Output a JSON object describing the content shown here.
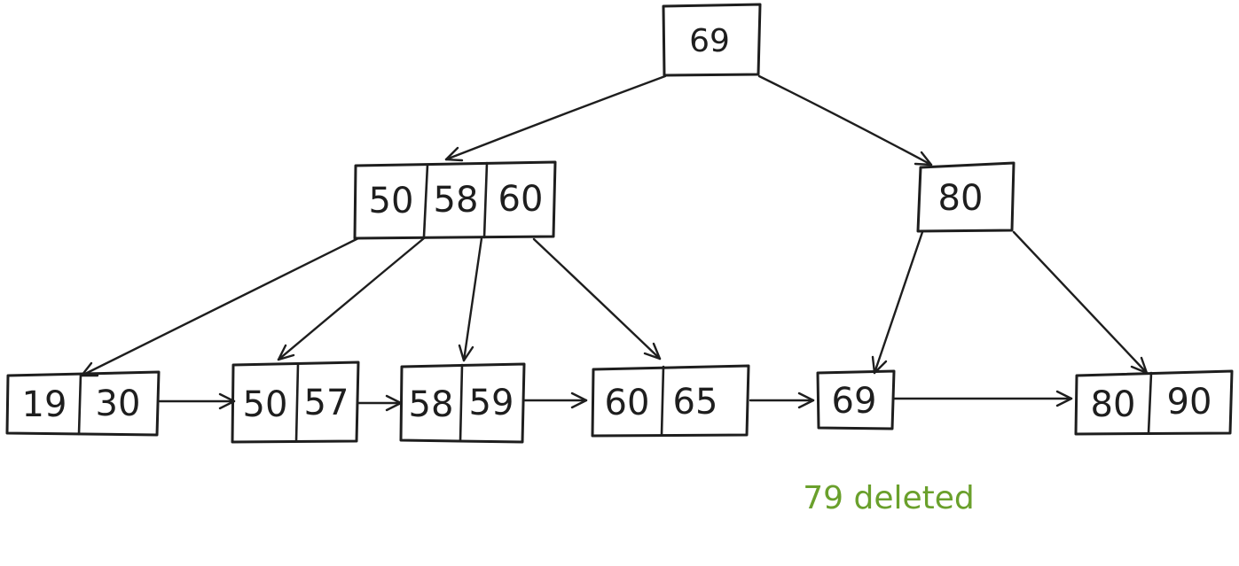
{
  "diagram": {
    "kind": "b-plus-tree",
    "stroke_color": "#1e1e1e",
    "background_color": "#ffffff",
    "root": {
      "keys": [
        "69"
      ]
    },
    "internal_left": {
      "keys": [
        "50",
        "58",
        "60"
      ]
    },
    "internal_right": {
      "keys": [
        "80"
      ]
    },
    "leaves": [
      {
        "keys": [
          "19",
          "30"
        ]
      },
      {
        "keys": [
          "50",
          "57"
        ]
      },
      {
        "keys": [
          "58",
          "59"
        ]
      },
      {
        "keys": [
          "60",
          "65"
        ]
      },
      {
        "keys": [
          "69"
        ]
      },
      {
        "keys": [
          "80",
          "90"
        ]
      }
    ],
    "edges": [
      {
        "from": "root",
        "to": "internal-left"
      },
      {
        "from": "root",
        "to": "internal-right"
      },
      {
        "from": "internal-left",
        "to": "leaf-1"
      },
      {
        "from": "internal-left",
        "to": "leaf-2"
      },
      {
        "from": "internal-left",
        "to": "leaf-3"
      },
      {
        "from": "internal-left",
        "to": "leaf-4"
      },
      {
        "from": "internal-right",
        "to": "leaf-5"
      },
      {
        "from": "internal-right",
        "to": "leaf-6"
      },
      {
        "from": "leaf-1",
        "to": "leaf-2"
      },
      {
        "from": "leaf-2",
        "to": "leaf-3"
      },
      {
        "from": "leaf-3",
        "to": "leaf-4"
      },
      {
        "from": "leaf-4",
        "to": "leaf-5"
      },
      {
        "from": "leaf-5",
        "to": "leaf-6"
      }
    ],
    "annotation": {
      "text": "79 deleted",
      "color": "#6aa02c"
    }
  }
}
